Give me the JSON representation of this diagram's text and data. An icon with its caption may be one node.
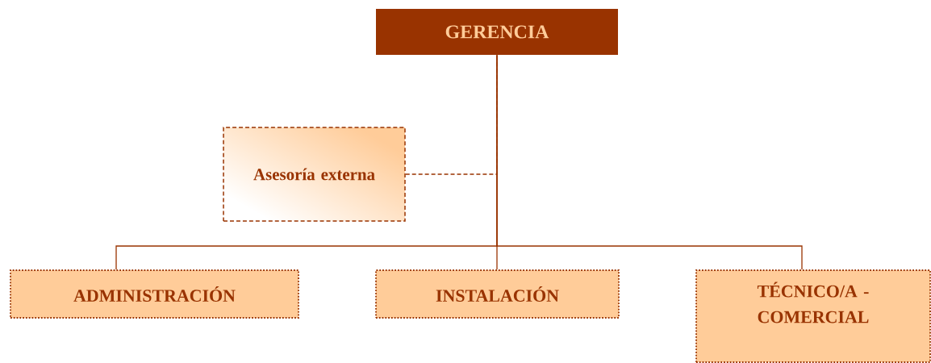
{
  "diagram": {
    "nodes": [
      {
        "text": [
          "GERENCIA"
        ]
      },
      {
        "text": [
          "Asesoría externa"
        ]
      },
      {
        "text": [
          "ADMINISTRACIÓN"
        ]
      },
      {
        "text": [
          "INSTALACIÓN"
        ]
      },
      {
        "text": [
          "TÉCNICO/A - COMERCIAL"
        ]
      }
    ],
    "edges": [
      {
        "from": 1,
        "to": 0,
        "arrow": "none",
        "style": "dashed"
      },
      {
        "from": 0,
        "to": 2,
        "arrow": "none"
      },
      {
        "from": 0,
        "to": 3,
        "arrow": "none"
      },
      {
        "from": 0,
        "to": 4,
        "arrow": "none"
      }
    ]
  }
}
